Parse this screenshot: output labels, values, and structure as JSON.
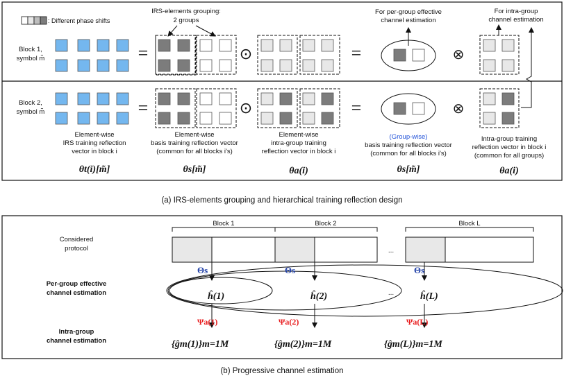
{
  "colors": {
    "blue": "#74b7ef",
    "dark": "#7c7c7c",
    "light": "#e8e8e8",
    "red": "#e8191b",
    "navy": "#1f3fa6",
    "group_wise": "#1f50d8"
  },
  "part_a": {
    "legend": ": Different phase shifts",
    "grouping_note": "IRS-elements grouping:",
    "grouping_count": "2 groups",
    "per_group_note": [
      "For per-group effective",
      "channel estimation"
    ],
    "intra_group_note": [
      "For intra-group",
      "channel estimation"
    ],
    "block1": [
      "Block 1,",
      "symbol m̃"
    ],
    "block2": [
      "Block 2,",
      "symbol m̃"
    ],
    "captions": {
      "c1": [
        "Element-wise",
        "IRS training reflection",
        "vector in block i"
      ],
      "c2": [
        "Element-wise",
        "basis training reflection vector",
        "(common for all blocks i's)"
      ],
      "c3": [
        "Element-wise",
        "intra-group training",
        "reflection vector in block i"
      ],
      "c4_head": "(Group-wise)",
      "c4": [
        "basis training reflection vector",
        "(common for all blocks i's)"
      ],
      "c5": [
        "Intra-group training",
        "reflection vector in block i",
        "(common for all groups)"
      ]
    },
    "equations": {
      "eq1": "θt(i)[m̃]",
      "eq2": "θs[m̃]",
      "eq3": "θa(i)",
      "eq4": "θs[m̃]",
      "eq5": "θa(i)"
    },
    "operators": {
      "equals": "=",
      "odot": "⊙",
      "otimes": "⊗"
    },
    "title": "(a) IRS-elements grouping and hierarchical training reflection design"
  },
  "part_b": {
    "protocol_label": [
      "Considered",
      "protocol"
    ],
    "block_labels": [
      "Block 1",
      "Block 2",
      "Block L"
    ],
    "per_group_label": [
      "Per-group effective",
      "channel estimation"
    ],
    "intra_group_label": [
      "Intra-group",
      "channel estimation"
    ],
    "ellipsis": "...",
    "theta_s": "Θs",
    "h_labels": [
      "ĥ(1)",
      "ĥ(2)",
      "ĥ(L)"
    ],
    "psi_labels": [
      "Ψa(1)",
      "Ψa(2)",
      "Ψa(L)"
    ],
    "g_labels": [
      "{ĝm(1)}m=1M",
      "{ĝm(2)}m=1M",
      "{ĝm(L)}m=1M"
    ],
    "title": "(b) Progressive channel estimation"
  }
}
